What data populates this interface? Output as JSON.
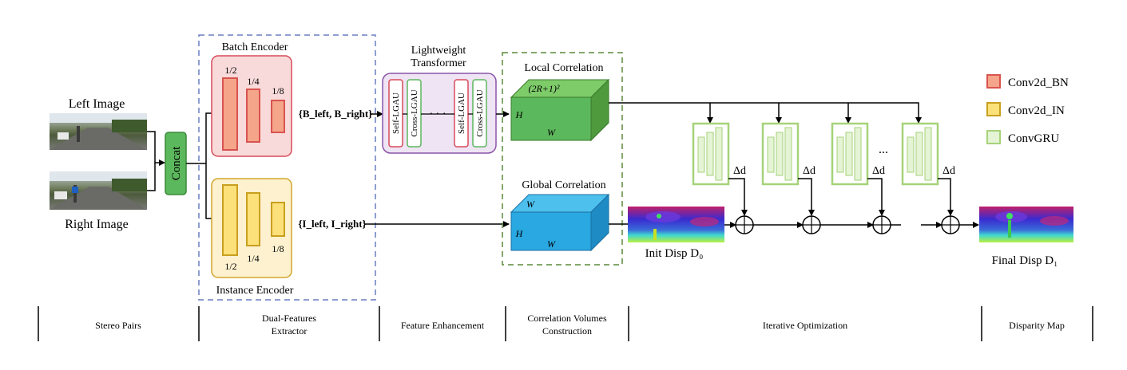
{
  "inputs": {
    "left_label": "Left Image",
    "right_label": "Right Image",
    "concat_label": "Concat"
  },
  "extractor": {
    "batch_title": "Batch Encoder",
    "instance_title": "Instance Encoder",
    "scales_batch": [
      "1/2",
      "1/4",
      "1/8"
    ],
    "scales_instance": [
      "1/2",
      "1/4",
      "1/8"
    ],
    "batch_output": "{B_left, B_right}",
    "instance_output": "{I_left, I_right}"
  },
  "transformer": {
    "title_line1": "Lightweight",
    "title_line2": "Transformer",
    "blocks": [
      "Self-LGAU",
      "Cross-LGAU",
      "Self-LGAU",
      "Cross-LGAU"
    ],
    "dots": "· · ·"
  },
  "correlation": {
    "local_title": "Local Correlation",
    "global_title": "Global Correlation",
    "local_depth_label": "(2R+1)²",
    "h_label": "H",
    "w_label": "W"
  },
  "iterative": {
    "delta_label": "Δd",
    "ellipsis": "...",
    "init_disp": "Init Disp D₀",
    "final_disp": "Final Disp D₁"
  },
  "legend": {
    "items": [
      {
        "label": "Conv2d_BN",
        "color": "#f4a58a",
        "border": "#d9534f"
      },
      {
        "label": "Conv2d_IN",
        "color": "#fce07a",
        "border": "#c8a01e"
      },
      {
        "label": "ConvGRU",
        "color": "#e4f4d4",
        "border": "#a6d27a"
      }
    ]
  },
  "stages": [
    "Stereo Pairs",
    "Dual-Features",
    "Extractor",
    "Feature Enhancement",
    "Correlation Volumes",
    "Construction",
    "Iterative Optimization",
    "Disparity Map"
  ],
  "colors": {
    "batch_fill": "#f8dada",
    "batch_border": "#d94a5a",
    "instance_fill": "#fdf1cf",
    "instance_border": "#d4a52a",
    "concat_fill": "#5cb85c",
    "local_cube": "#5cb85c",
    "global_cube": "#2aa7e0",
    "gru_border": "#a6d27a"
  }
}
